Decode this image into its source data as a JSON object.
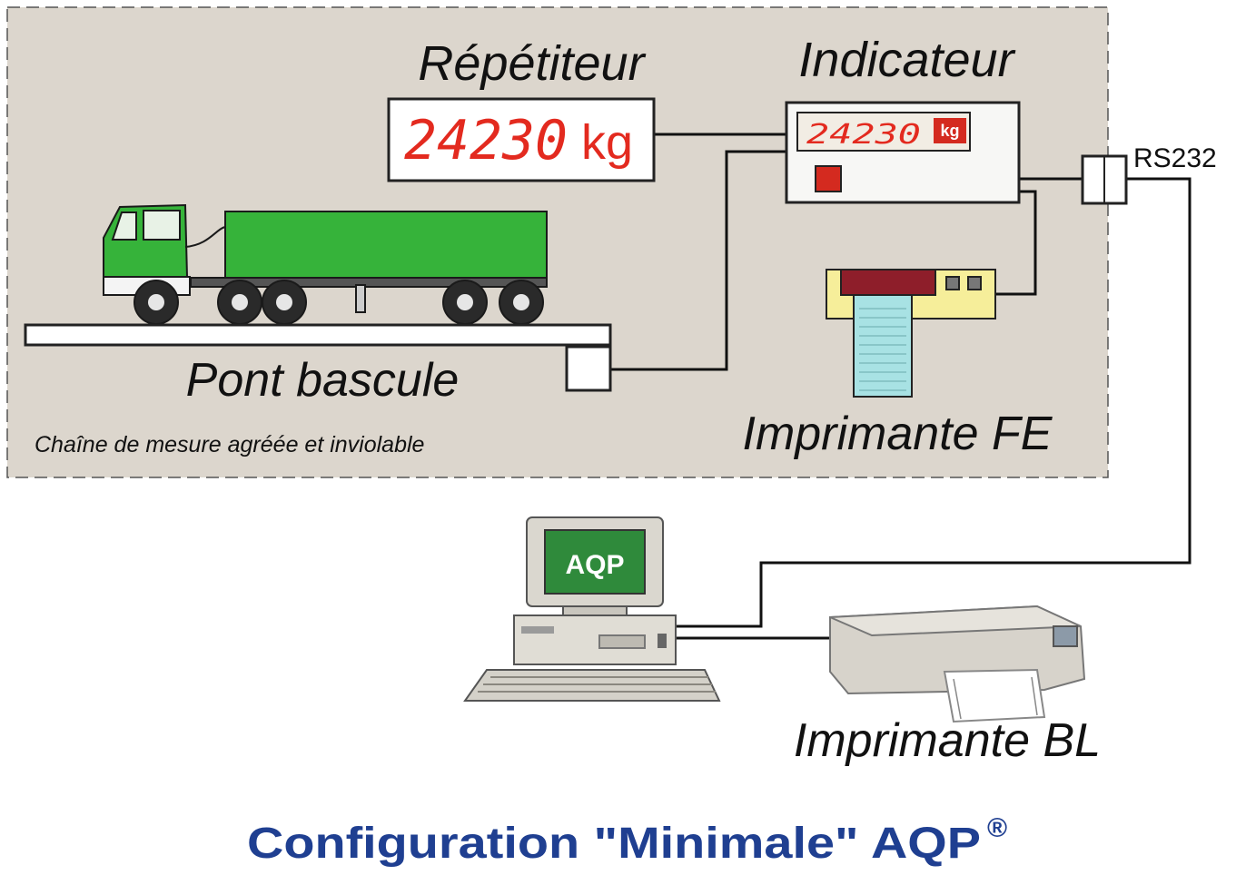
{
  "diagram": {
    "labels": {
      "repeater": "Répétiteur",
      "indicator": "Indicateur",
      "weighbridge": "Pont bascule",
      "printer_fe": "Imprimante FE",
      "printer_bl": "Imprimante BL",
      "rs232": "RS232",
      "chain_note": "Chaîne de mesure agréée et inviolable"
    },
    "repeater_display": {
      "value": "24230",
      "unit": "kg"
    },
    "indicator_display": {
      "value": "24230",
      "unit": "kg"
    },
    "computer_screen_text": "AQP",
    "footer": {
      "title": "Configuration \"Minimale\" AQP",
      "mark": "®"
    },
    "colors": {
      "panel_bg": "#dcd6cd",
      "truck_green": "#36b33a",
      "display_red": "#e32a1f",
      "printer_yellow": "#f6ee9a",
      "printer_maroon": "#8e1e2a",
      "paper_cyan": "#a8e2e4",
      "screen_green": "#2f8a3b",
      "title_blue": "#1f3f91"
    }
  }
}
